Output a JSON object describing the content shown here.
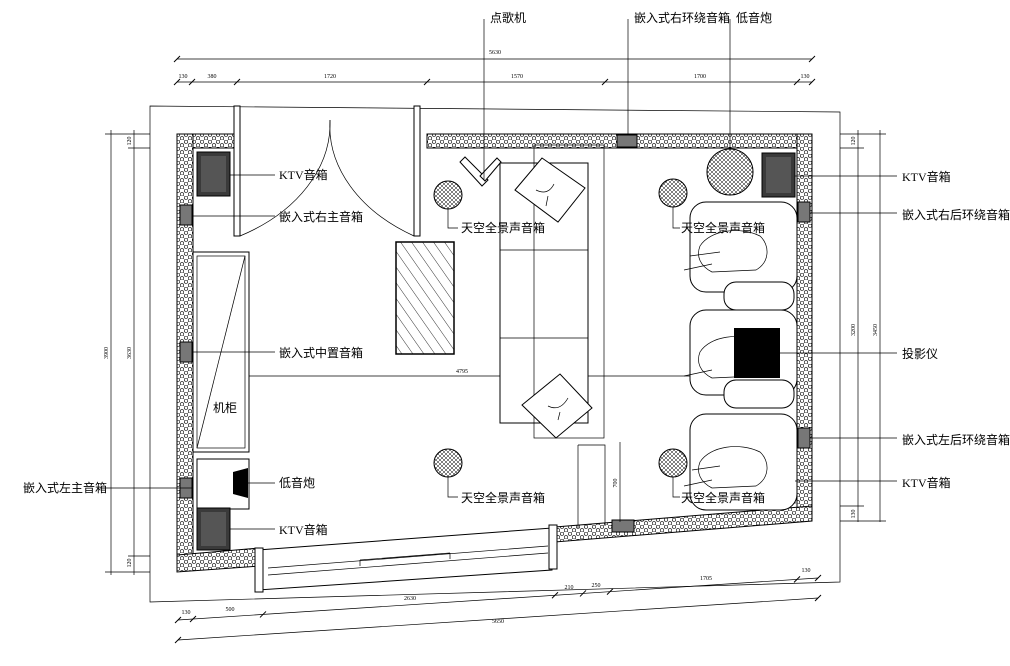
{
  "labels": {
    "dian_ge_ji": "点歌机",
    "qian_ru_you_huanrao_top": "嵌入式右环绕音箱",
    "di_yin_pao_top": "低音炮",
    "ktv_top_left": "KTV音箱",
    "qian_ru_you_zhu": "嵌入式右主音箱",
    "tian_kong_1": "天空全景声音箱",
    "tian_kong_2": "天空全景声音箱",
    "tian_kong_3": "天空全景声音箱",
    "tian_kong_4": "天空全景声音箱",
    "qian_ru_zhong_zhi": "嵌入式中置音箱",
    "ji_gui": "机柜",
    "qian_ru_zuo_zhu": "嵌入式左主音箱",
    "di_yin_pao_left": "低音炮",
    "ktv_bottom_left": "KTV音箱",
    "ktv_right_top": "KTV音箱",
    "qian_ru_you_hou": "嵌入式右后环绕音箱",
    "tou_ying_yi": "投影仪",
    "qian_ru_zuo_hou": "嵌入式左后环绕音箱",
    "ktv_right_bottom": "KTV音箱"
  },
  "dimensions": {
    "top_total": "5630",
    "top_1": "130",
    "top_2": "380",
    "top_3": "1720",
    "top_4": "1570",
    "top_5": "1700",
    "top_6": "130",
    "left_outer": "3900",
    "left_inner": "3630",
    "left_top": "120",
    "left_bottom": "120",
    "right_inner": "3200",
    "right_outer": "3450",
    "right_top": "120",
    "right_bottom": "130",
    "center_line": "4795",
    "inner_700": "700",
    "bottom_total": "5650",
    "bottom_1": "130",
    "bottom_2": "500",
    "bottom_3": "2630",
    "bottom_4": "210",
    "bottom_5": "250",
    "bottom_6": "1705",
    "bottom_7": "130"
  }
}
